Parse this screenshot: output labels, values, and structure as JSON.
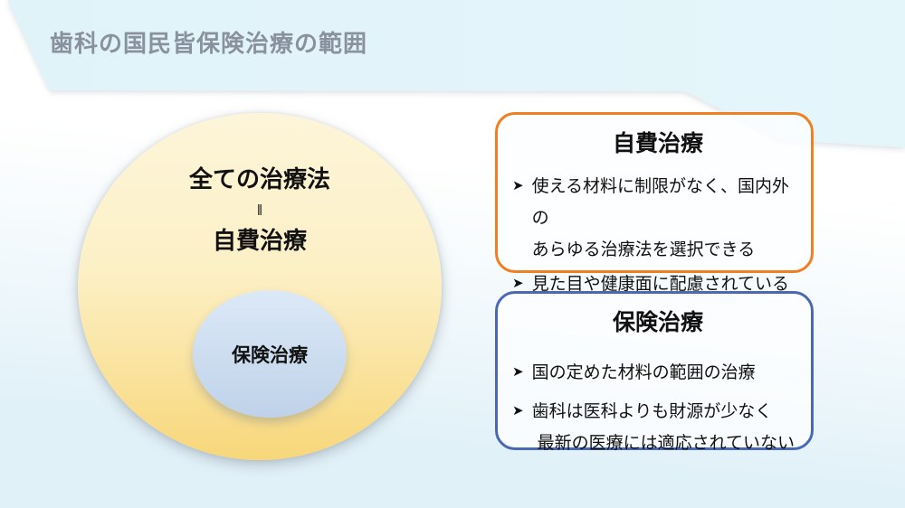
{
  "header": {
    "title": "歯科の国民皆保険治療の範囲"
  },
  "venn": {
    "outer": {
      "line1": "全ての治療法",
      "equals_symbol": "‖",
      "line2": "自費治療"
    },
    "inner": {
      "label": "保険治療"
    }
  },
  "box_jihi": {
    "title": "自費治療",
    "bullet1": {
      "marker": "➤",
      "line1": "使える材料に制限がなく、国内外の",
      "line2": "あらゆる治療法を選択できる"
    },
    "bullet2": {
      "marker": "➤",
      "line1": "見た目や健康面に配慮されている"
    }
  },
  "box_hoken": {
    "title": "保険治療",
    "bullet1": {
      "marker": "➤",
      "line1": "国の定めた材料の範囲の治療"
    },
    "bullet2": {
      "marker": "➤",
      "line1": "歯科は医科よりも財源が少なく",
      "line2": "最新の医療には適応されていない"
    }
  },
  "colors": {
    "header_band": "#E0F3F9",
    "title_text": "#8A919E",
    "outer_circle_top": "#FDF5DA",
    "outer_circle_bottom": "#F8D77A",
    "inner_circle_top": "#DCE9F7",
    "inner_circle_bottom": "#BFD2E9",
    "accent_orange": "#F07F21",
    "accent_blue": "#4A69B2",
    "body_text": "#111111",
    "bg_bottom": "#E1F1F8"
  }
}
